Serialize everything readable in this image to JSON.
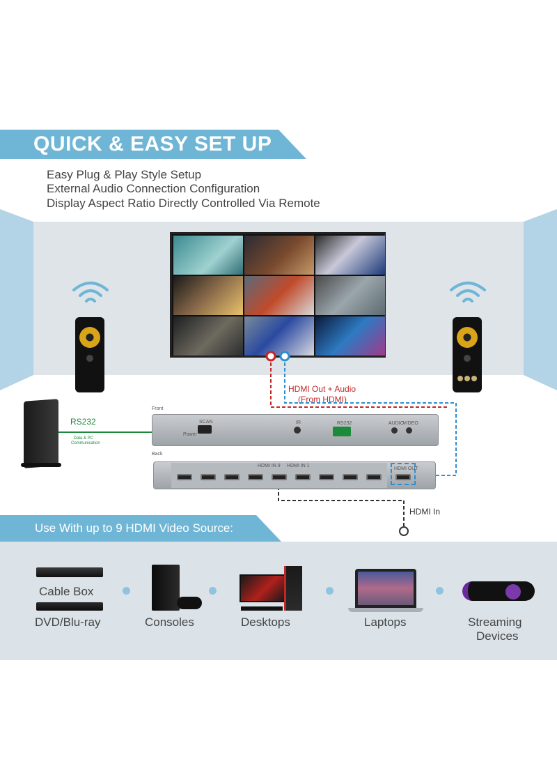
{
  "header": {
    "title": "QUICK & EASY SET UP",
    "features": [
      "Easy Plug & Play Style Setup",
      "External Audio Connection Configuration",
      "Display Aspect Ratio Directly Controlled Via Remote"
    ]
  },
  "diagram": {
    "rs232_label": "RS232",
    "rs232_sub": "· Data & PC Communication",
    "hdmi_out_label": "HDMI Out + Audio",
    "hdmi_out_sub": "(From HDMI)",
    "hdmi_in_label": "HDMI In",
    "front_label": "Front",
    "back_label": "Back",
    "front_scan": "SCAN",
    "front_power": "Power",
    "front_ir": "IR",
    "front_rs232": "RS232",
    "front_audio": "AUDIO",
    "front_video": "VIDEO",
    "back_hdmi_in_9": "HDMI IN 9",
    "back_hdmi_in_1": "HDMI IN 1",
    "back_hdmi_out": "HDMI OUT"
  },
  "sources": {
    "title": "Use With up to 9 HDMI Video Source:",
    "items": [
      {
        "label": "Cable Box"
      },
      {
        "label": "DVD/Blu-ray"
      },
      {
        "label": "Consoles"
      },
      {
        "label": "Desktops"
      },
      {
        "label": "Laptops"
      },
      {
        "label": "Streaming"
      },
      {
        "label": "Devices"
      }
    ]
  },
  "colors": {
    "accent": "#6fb6d6",
    "rs232": "#1b8a3a",
    "hdmi_out": "#c42626",
    "hdmi_dashed": "#2b8fd0"
  }
}
